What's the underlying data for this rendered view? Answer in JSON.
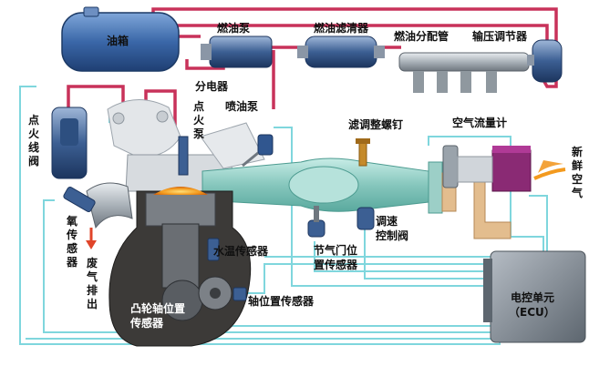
{
  "labels": {
    "fuel_tank": "油箱",
    "fuel_pump": "燃油泵",
    "fuel_filter": "燃油滤清器",
    "fuel_rail": "燃油分配管",
    "pressure_regulator": "输压调节器",
    "distributor": "分电器",
    "injector": "喷油泵",
    "spark_plug": "点火泵",
    "ignition_coil": "点火线阀",
    "idle_screw": "滤调整螺钉",
    "air_flow_meter": "空气流量计",
    "fresh_air": "新鲜空气",
    "oxygen_sensor": "氧传感器",
    "exhaust": "废气排出",
    "coolant_sensor": "水温传感器",
    "throttle_sensor_line1": "节气门位",
    "throttle_sensor_line2": "置传感器",
    "idle_valve_line1": "调速",
    "idle_valve_line2": "控制阀",
    "cam_sensor_line1": "凸轮轴位置",
    "cam_sensor_line2": "传感器",
    "crank_sensor": "轴位置传感器",
    "ecu_line1": "电控单元",
    "ecu_line2": "（ECU）"
  },
  "colors": {
    "fuel_line": "#c8325a",
    "signal_line": "#7fd6dd",
    "tank_blue": "#3a67a8",
    "intake_teal": "#9fd6cf",
    "air_meter_purple": "#8a2a74",
    "combustion_orange": "#f39a1e",
    "engine_block": "#3c3a38"
  }
}
